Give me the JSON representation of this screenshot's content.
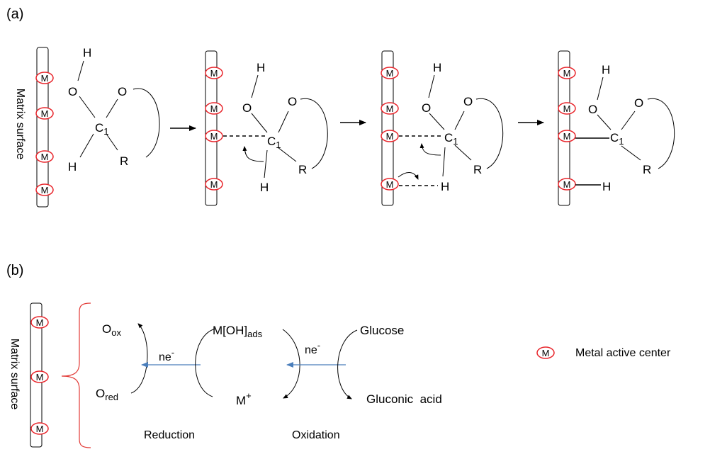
{
  "panels": {
    "a": "(a)",
    "b": "(b)"
  },
  "matrix_label": "Matrix surface",
  "atoms": {
    "M": "M",
    "O": "O",
    "H": "H",
    "C": "C",
    "C_sub": "1",
    "R": "R"
  },
  "reaction_b": {
    "o_ox": "O",
    "o_ox_sub": "ox",
    "o_red": "O",
    "o_red_sub": "red",
    "electron": "ne",
    "electron_sup": "-",
    "m_oh": "M[OH]",
    "m_oh_sub": "ads",
    "m_plus": "M",
    "m_plus_sup": "+",
    "glucose": "Glucose",
    "gluconic": "Gluconic  acid",
    "reduction": "Reduction",
    "oxidation": "Oxidation"
  },
  "legend": {
    "symbol": "M",
    "text": "Metal active center"
  },
  "colors": {
    "active_center": "#e8252b",
    "electron_flow": "#4a7ebb"
  }
}
